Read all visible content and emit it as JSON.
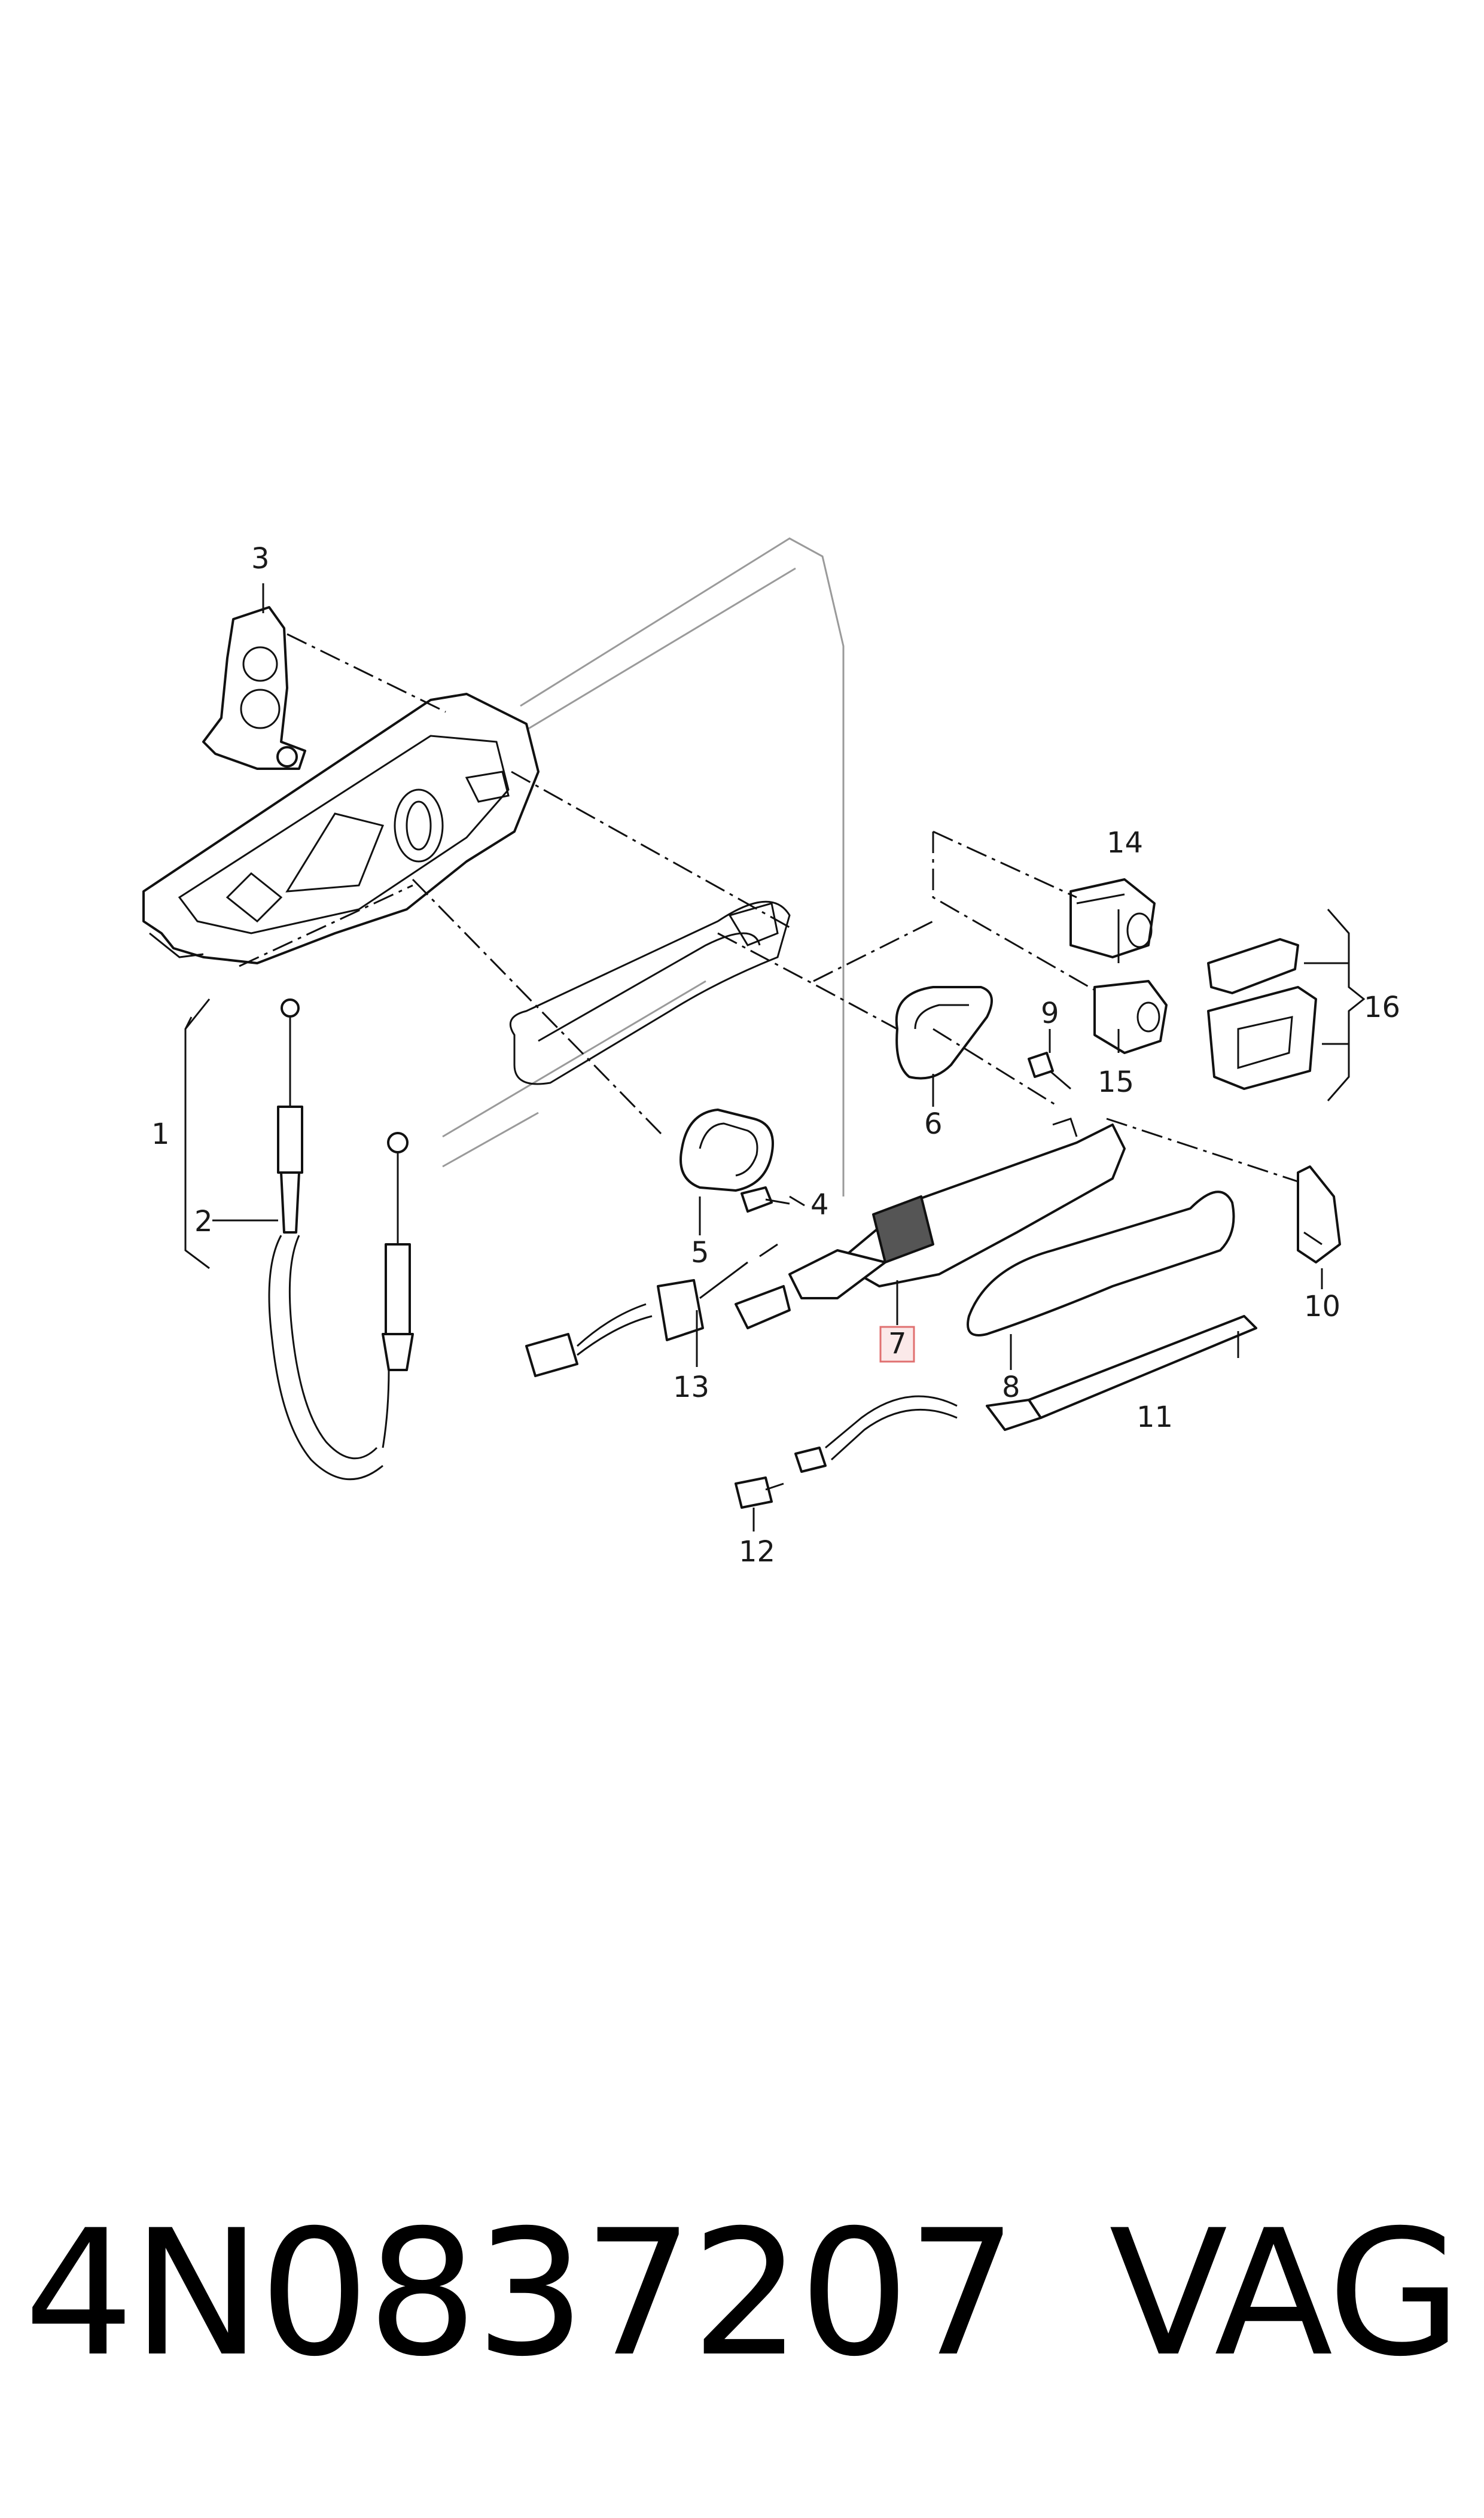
{
  "diagram": {
    "callouts": {
      "c1": "1",
      "c2": "2",
      "c3": "3",
      "c4": "4",
      "c5": "5",
      "c6": "6",
      "c7": "7",
      "c8": "8",
      "c9": "9",
      "c10": "10",
      "c11": "11",
      "c12": "12",
      "c13": "13",
      "c14": "14",
      "c15": "15",
      "c16": "16"
    },
    "highlighted_callout": "7",
    "highlight_color": "#e07070"
  },
  "footer": {
    "part_number": "4N0837207",
    "brand": "VAG"
  }
}
